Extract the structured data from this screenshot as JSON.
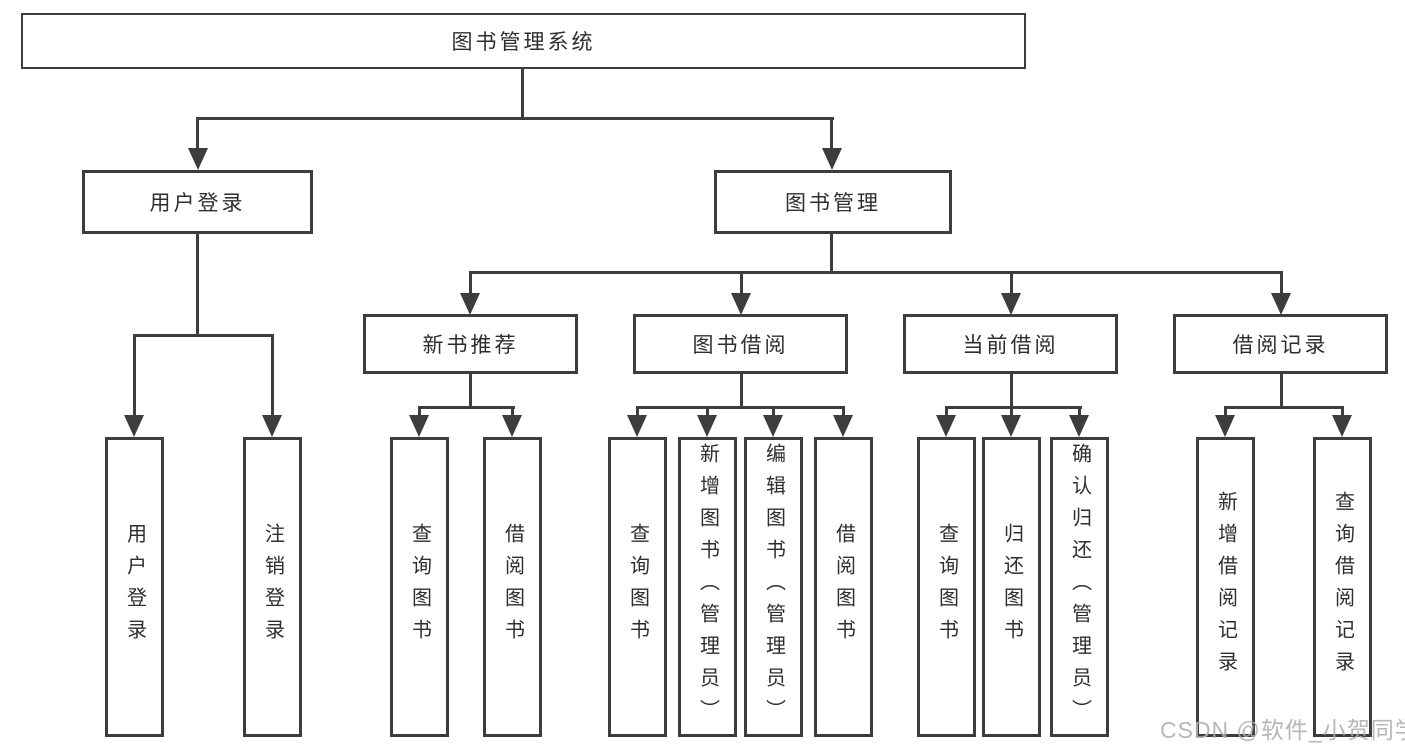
{
  "nodes": {
    "root": "图书管理系统",
    "login": "用户登录",
    "mgmt": "图书管理",
    "l3": [
      "新书推荐",
      "图书借阅",
      "当前借阅",
      "借阅记录"
    ],
    "login_leaves": [
      "用户登录",
      "注销登录"
    ],
    "newbook_leaves": [
      "查询图书",
      "借阅图书"
    ],
    "borrow_leaves": [
      "查询图书",
      "新增图书（管理员）",
      "编辑图书（管理员）",
      "借阅图书"
    ],
    "current_leaves": [
      "查询图书",
      "归还图书",
      "确认归还（管理员）"
    ],
    "record_leaves": [
      "新增借阅记录",
      "查询借阅记录"
    ]
  },
  "watermark": "CSDN @软件_小贺同学",
  "colors": {
    "line": "#3d3d3d",
    "box_border": "#3d3d3d",
    "box_fill": "#ffffff",
    "text": "#2e2e2e",
    "background": "#ffffff",
    "watermark": "#afafaf"
  }
}
